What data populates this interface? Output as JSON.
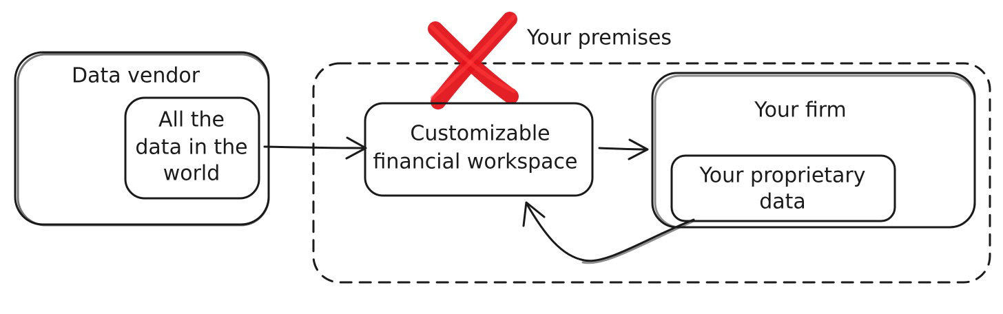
{
  "diagram": {
    "premises_label": "Your premises",
    "vendor": {
      "title": "Data vendor",
      "inner_lines": [
        "All the",
        "data in the",
        "world"
      ]
    },
    "workspace": {
      "lines": [
        "Customizable",
        "financial workspace"
      ]
    },
    "firm": {
      "title": "Your firm",
      "inner_lines": [
        "Your proprietary",
        "data"
      ]
    },
    "cross_color": "#e3141b",
    "stroke_color": "#1a1a1a"
  }
}
